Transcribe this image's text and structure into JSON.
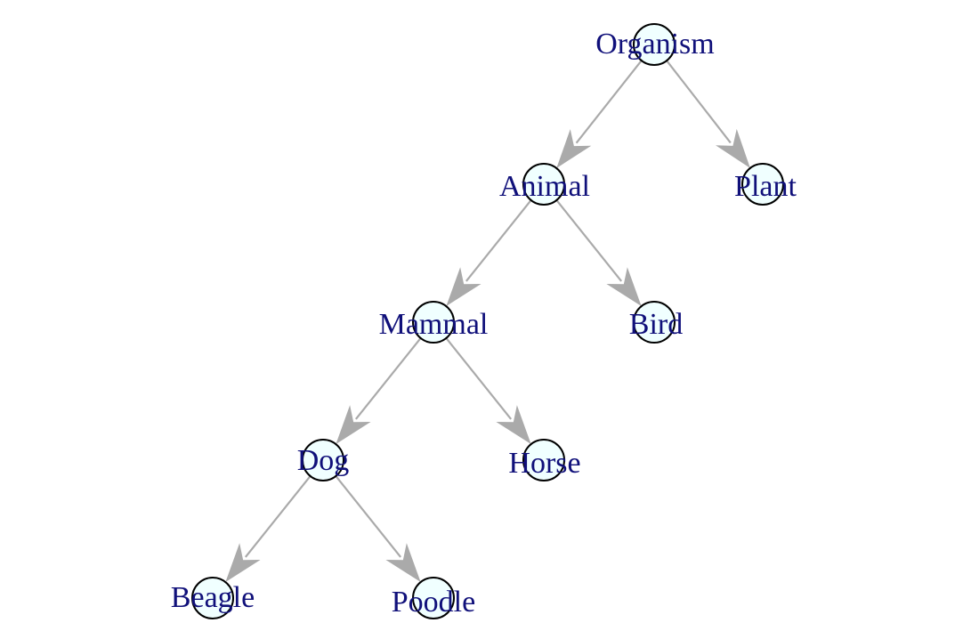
{
  "diagram": {
    "type": "tree",
    "colors": {
      "node_fill": "#f0ffff",
      "node_stroke": "#000000",
      "edge": "#aaaaaa",
      "label": "#10107a"
    },
    "nodes": [
      {
        "id": "organism",
        "label": "Organism"
      },
      {
        "id": "animal",
        "label": "Animal"
      },
      {
        "id": "plant",
        "label": "Plant"
      },
      {
        "id": "mammal",
        "label": "Mammal"
      },
      {
        "id": "bird",
        "label": "Bird"
      },
      {
        "id": "dog",
        "label": "Dog"
      },
      {
        "id": "horse",
        "label": "Horse"
      },
      {
        "id": "beagle",
        "label": "Beagle"
      },
      {
        "id": "poodle",
        "label": "Poodle"
      }
    ],
    "edges": [
      {
        "from": "organism",
        "to": "animal"
      },
      {
        "from": "organism",
        "to": "plant"
      },
      {
        "from": "animal",
        "to": "mammal"
      },
      {
        "from": "animal",
        "to": "bird"
      },
      {
        "from": "mammal",
        "to": "dog"
      },
      {
        "from": "mammal",
        "to": "horse"
      },
      {
        "from": "dog",
        "to": "beagle"
      },
      {
        "from": "dog",
        "to": "poodle"
      }
    ]
  }
}
